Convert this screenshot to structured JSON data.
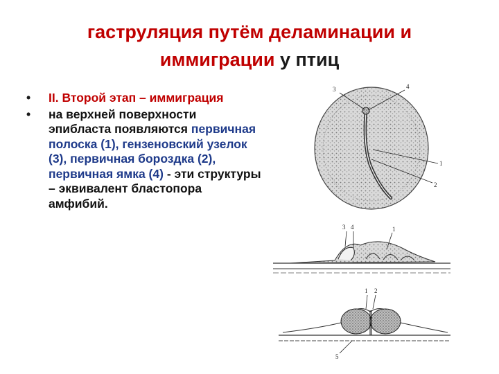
{
  "slide": {
    "title_red": "гаструляция путём деламинации и иммиграции",
    "title_dark": " у птиц"
  },
  "bullets": [
    {
      "marker": "•",
      "parts": [
        {
          "text": "II. Второй этап – иммиграция",
          "color": "#c00000"
        }
      ]
    },
    {
      "marker": "•",
      "parts": [
        {
          "text": "на верхней поверхности эпибласта появляются ",
          "color": "#111111"
        },
        {
          "text": "первичная полоска (1), гензеновский узелок (3), первичная бороздка (2), первичная ямка (4)",
          "color": "#1e3a8a"
        },
        {
          "text": " - эти структуры – эквивалент бластопора амфибий.",
          "color": "#111111"
        }
      ]
    }
  ],
  "figure": {
    "top_labels": {
      "l3": "3",
      "l4": "4",
      "l1": "1",
      "l2": "2"
    },
    "middle_labels": {
      "l3": "3",
      "l4": "4",
      "l1": "1"
    },
    "bottom_labels": {
      "l1": "1",
      "l2": "2",
      "l5": "5"
    }
  }
}
